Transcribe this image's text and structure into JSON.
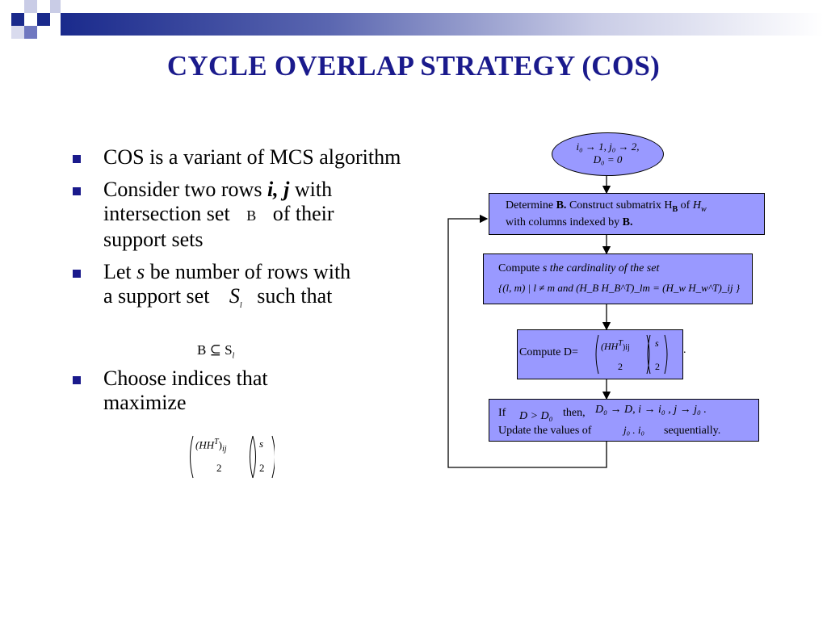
{
  "slide": {
    "title": "CYCLE OVERLAP STRATEGY (COS)",
    "accent_color": "#1a1a8c",
    "box_color": "#9999ff"
  },
  "bullets": {
    "b1_text": "COS is a variant of MCS algorithm",
    "b2_pre": "Consider two rows ",
    "b2_vars": "i, j",
    "b2_post_line1": " with",
    "b2_line2_pre": "intersection set ",
    "b2_set": "B",
    "b2_line2_post": " of their",
    "b2_line3": "support sets",
    "b3_pre": "Let ",
    "b3_var": "s",
    "b3_post": " be number of rows with",
    "b3_line2_pre": "a support set ",
    "b3_set": "S",
    "b3_set_sub": "l",
    "b3_line2_post": " such that",
    "formula_subset": "B ⊆ S",
    "formula_subset_sub": "l",
    "b4_text": "Choose indices that maximize",
    "formula_left_top": "(HH",
    "formula_left_sup": "T",
    "formula_left_close": ")",
    "formula_left_sub": "ij",
    "formula_left_bottom": "2",
    "formula_right_top": "s",
    "formula_right_bottom": "2"
  },
  "flowchart": {
    "start_line1": "i₀ → 1,  j₀ → 2,",
    "start_line2": "D₀ = 0",
    "box1_line1_pre": "Determine ",
    "box1_b": "B.",
    "box1_line1_mid": " Construct submatrix H",
    "box1_hsub": "B",
    "box1_of": "  of  ",
    "box1_hw": "H",
    "box1_hw_sub": "w",
    "box1_line2_pre": "with columns indexed by ",
    "box1_line2_b": "B.",
    "box2_line1_pre": "Compute ",
    "box2_line1_it": "s the cardinality of the set",
    "box2_line2": "{(l, m) | l ≠ m  and  (H_B H_B^T)_lm = (H_w H_w^T)_ij }",
    "box3_label": "Compute D=",
    "box3_f_top": "(HH",
    "box3_f_sup": "T",
    "box3_f_sub": ")ij",
    "box3_f_bottom": "2",
    "box3_g_top": "s",
    "box3_g_bottom": "2",
    "box3_dot": ".",
    "box4_if": "If",
    "box4_cond": "D > D₀",
    "box4_then": "then,",
    "box4_assign": "D₀ → D,  i → i₀ ,  j → j₀ .",
    "box4_line2_pre": "Update the values of",
    "box4_line2_vars": "j₀ . i₀",
    "box4_line2_post": "sequentially."
  }
}
